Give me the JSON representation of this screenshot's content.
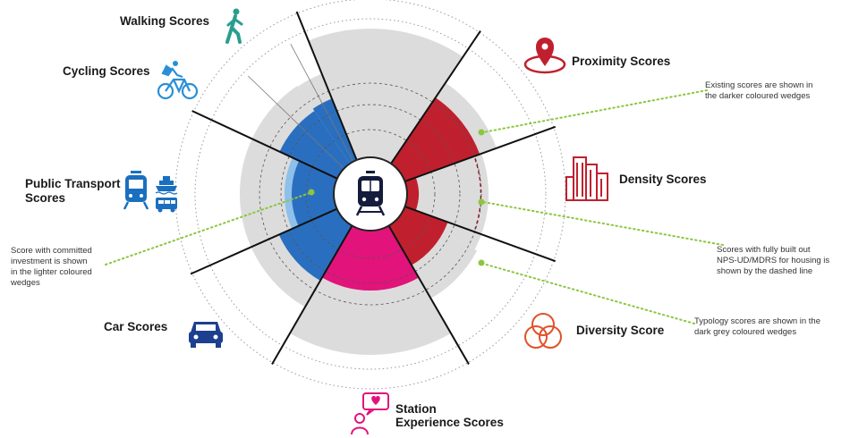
{
  "colors": {
    "proximity": "#c0202e",
    "density": "#c0202e",
    "diversity": "#e0522a",
    "station": "#e2137a",
    "walking": "#2a9d8f",
    "cycling": "#2a8fd6",
    "transport": "#1a6fc0",
    "car": "#1c3f8f",
    "existing_blue": "#2a6fbf",
    "light_blue": "#8ec0ea",
    "existing_red": "#c0202e",
    "existing_magenta": "#e2137a",
    "grey_wedge": "#dcdcdc"
  },
  "labels": {
    "walking": "Walking Scores",
    "cycling": "Cycling Scores",
    "public_transport_line1": "Public Transport",
    "public_transport_line2": "Scores",
    "car": "Car Scores",
    "proximity": "Proximity Scores",
    "density": "Density Scores",
    "diversity": "Diversity Score",
    "station_line1": "Station",
    "station_line2": "Experience Scores"
  },
  "notes": {
    "existing": [
      "Existing scores are shown in",
      "the darker coloured wedges"
    ],
    "built_out": [
      "Scores with fully built out",
      "NPS-UD/MDRS for housing is",
      "shown by the dashed line"
    ],
    "typology": [
      "Typology scores are shown in the",
      "dark grey coloured wedges"
    ],
    "committed": [
      "Score with committed",
      "investment is shown",
      "in the lighter coloured",
      "wedges"
    ]
  },
  "icons": {
    "walking": "walking-person-icon",
    "cycling": "cyclist-icon",
    "train": "train-icon",
    "ferry": "ferry-icon",
    "bus": "bus-icon",
    "car": "car-icon",
    "proximity": "location-pin-icon",
    "density": "buildings-icon",
    "diversity": "venn-circles-icon",
    "station": "person-heart-chat-icon",
    "center": "train-front-icon"
  }
}
